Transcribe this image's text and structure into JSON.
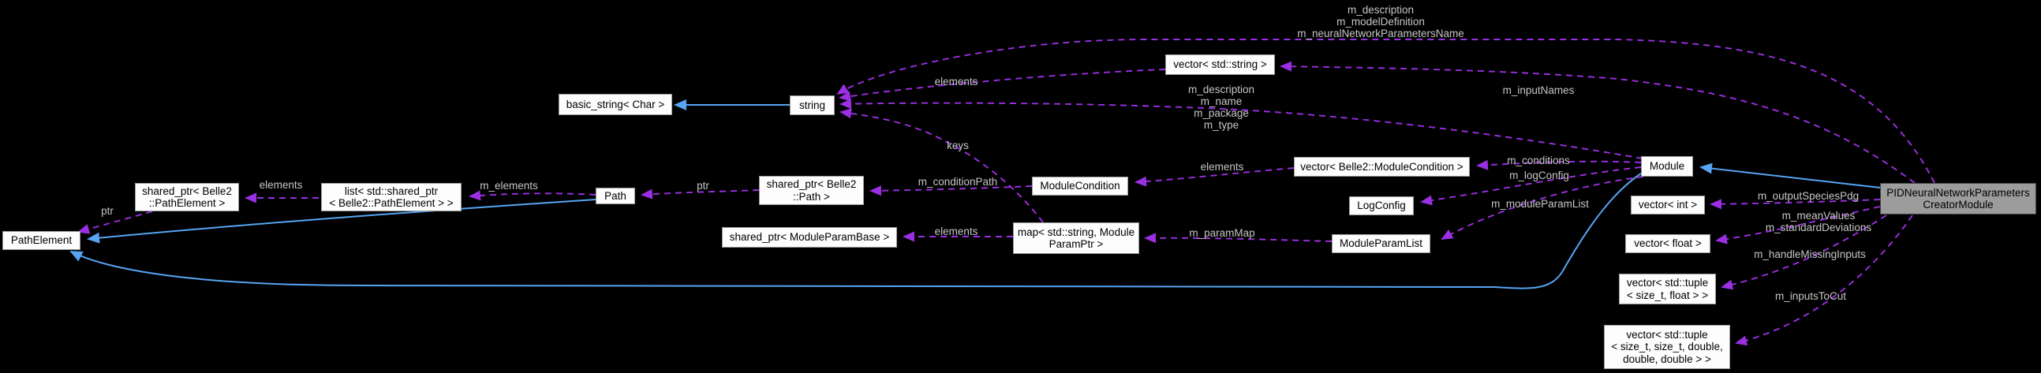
{
  "diagram": {
    "type": "doxygen-collaboration-graph",
    "colors": {
      "background": "#000000",
      "edge_dashed": "#9b2fe3",
      "edge_solid": "#56a4f3",
      "edge_label_text": "#c6c6c6",
      "node_background": "#fdfdfd",
      "node_border": "#9a9a9a",
      "node_text": "#000000",
      "main_node_background": "#9c9c9c",
      "main_node_border": "#474747"
    },
    "nodes": {
      "basic_string": {
        "lines": [
          "basic_string< Char >"
        ]
      },
      "string": {
        "lines": [
          "string"
        ]
      },
      "vector_string": {
        "lines": [
          "vector< std::string >"
        ]
      },
      "path_element": {
        "lines": [
          "PathElement"
        ]
      },
      "shared_ptr_path_element": {
        "lines": [
          "shared_ptr< Belle2",
          "::PathElement >"
        ]
      },
      "list_shared_ptr_path_element": {
        "lines": [
          "list< std::shared_ptr",
          "< Belle2::PathElement > >"
        ]
      },
      "path": {
        "lines": [
          "Path"
        ]
      },
      "shared_ptr_path": {
        "lines": [
          "shared_ptr< Belle2",
          "::Path >"
        ]
      },
      "shared_ptr_module_param_base": {
        "lines": [
          "shared_ptr< ModuleParamBase >"
        ]
      },
      "map_module_param_ptr": {
        "lines": [
          "map< std::string, Module",
          "ParamPtr >"
        ]
      },
      "module_condition": {
        "lines": [
          "ModuleCondition"
        ]
      },
      "vector_module_condition": {
        "lines": [
          "vector< Belle2::ModuleCondition >"
        ]
      },
      "log_config": {
        "lines": [
          "LogConfig"
        ]
      },
      "module_param_list": {
        "lines": [
          "ModuleParamList"
        ]
      },
      "module": {
        "lines": [
          "Module"
        ]
      },
      "vector_int": {
        "lines": [
          "vector< int >"
        ]
      },
      "vector_float": {
        "lines": [
          "vector< float >"
        ]
      },
      "vector_tuple_size_t_float": {
        "lines": [
          "vector< std::tuple",
          "< size_t, float > >"
        ]
      },
      "vector_tuple_5": {
        "lines": [
          "vector< std::tuple",
          "< size_t, size_t, double,",
          "double, double > >"
        ]
      },
      "main": {
        "lines": [
          "PIDNeuralNetworkParameters",
          "CreatorModule"
        ]
      }
    },
    "edge_labels": {
      "elements_list": "elements",
      "m_elements": "m_elements",
      "ptr_to_path_element": "ptr",
      "ptr_to_path": "ptr",
      "m_conditionPath": "m_conditionPath",
      "elements_map": "elements",
      "m_paramMap": "m_paramMap",
      "elements_conditions": "elements",
      "m_conditions": "m_conditions",
      "m_logConfig": "m_logConfig",
      "m_moduleParamList": "m_moduleParamList",
      "elements_strings": "elements",
      "keys": "keys",
      "module_to_string": [
        "m_description",
        "m_name",
        "m_package",
        "m_type"
      ],
      "main_to_string": [
        "m_description",
        "m_modelDefinition",
        "m_neuralNetworkParametersName"
      ],
      "m_inputNames": "m_inputNames",
      "m_outputSpeciesPdg": "m_outputSpeciesPdg",
      "main_to_vector_float": [
        "m_meanValues",
        "m_standardDeviations"
      ],
      "m_handleMissingInputs": "m_handleMissingInputs",
      "m_inputsToCut": "m_inputsToCut"
    }
  }
}
